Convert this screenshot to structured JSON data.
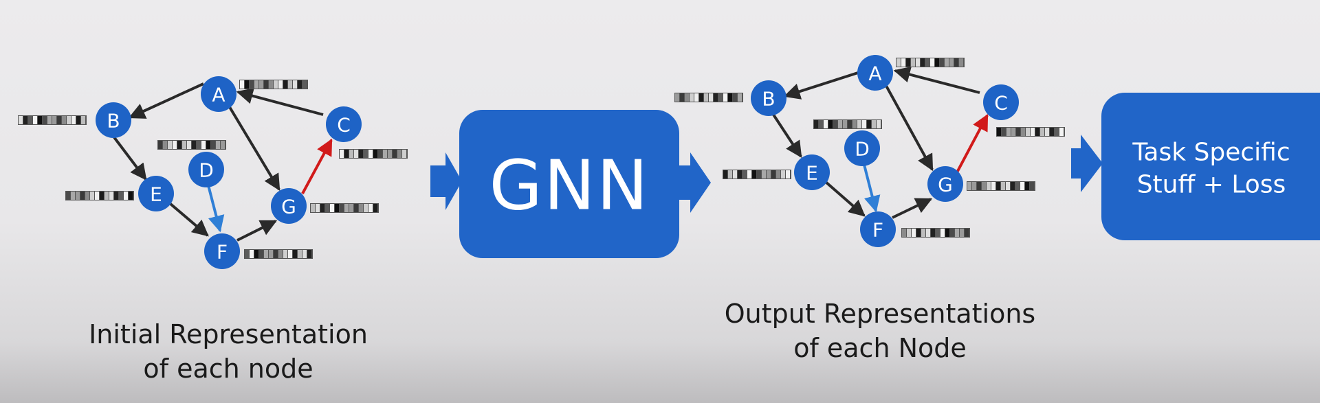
{
  "colors": {
    "node": "#1e63c6",
    "box": "#2165c8",
    "edge": "#2a2a2a",
    "highlight_red": "#d11a1a",
    "highlight_blue": "#2f7fd6"
  },
  "initial_graph": {
    "nodes": [
      {
        "id": "A",
        "label": "A"
      },
      {
        "id": "B",
        "label": "B"
      },
      {
        "id": "C",
        "label": "C"
      },
      {
        "id": "D",
        "label": "D"
      },
      {
        "id": "E",
        "label": "E"
      },
      {
        "id": "F",
        "label": "F"
      },
      {
        "id": "G",
        "label": "G"
      }
    ],
    "caption_line1": "Initial Representation",
    "caption_line2": "of each node"
  },
  "gnn_box": {
    "label": "GNN"
  },
  "output_graph": {
    "nodes": [
      {
        "id": "A",
        "label": "A"
      },
      {
        "id": "B",
        "label": "B"
      },
      {
        "id": "C",
        "label": "C"
      },
      {
        "id": "D",
        "label": "D"
      },
      {
        "id": "E",
        "label": "E"
      },
      {
        "id": "F",
        "label": "F"
      },
      {
        "id": "G",
        "label": "G"
      }
    ],
    "caption_line1": "Output Representations",
    "caption_line2": "of each Node"
  },
  "task_box": {
    "line1": "Task Specific",
    "line2": "Stuff + Loss"
  }
}
